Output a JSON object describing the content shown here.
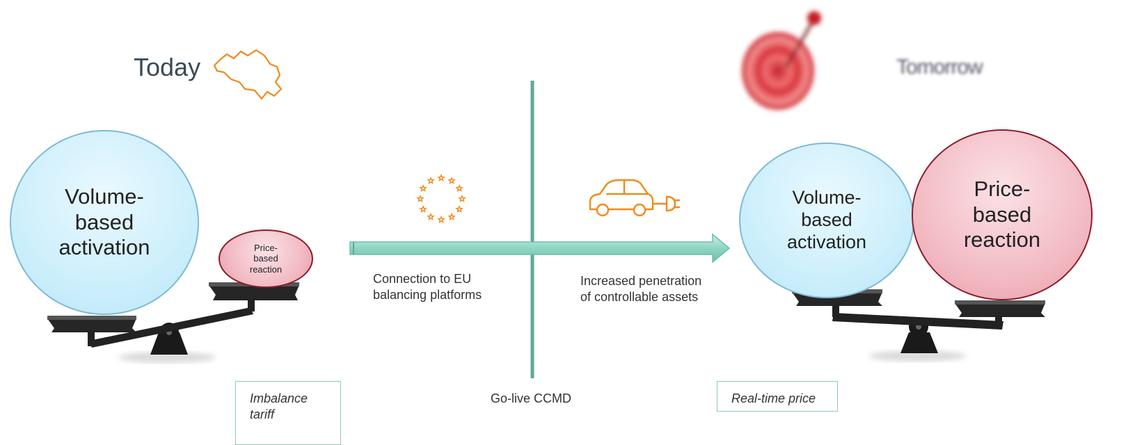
{
  "left": {
    "title": "Today",
    "big_bubble": [
      "Volume-",
      "based",
      "activation"
    ],
    "small_bubble": [
      "Price-",
      "based",
      "reaction"
    ],
    "boxed_label": [
      "Imbalance",
      "tariff"
    ]
  },
  "middle": {
    "caption_left": [
      "Connection to EU",
      "balancing platforms"
    ],
    "caption_right": [
      "Increased penetration",
      "of controllable assets"
    ],
    "milestone": "Go-live CCMD"
  },
  "right": {
    "title": "Tomorrow",
    "blue_bubble": [
      "Volume-",
      "based",
      "activation"
    ],
    "red_bubble": [
      "Price-",
      "based",
      "reaction"
    ],
    "boxed_label": "Real-time price"
  },
  "colors": {
    "arrow": "#8fd5c4",
    "divider": "#5fa89a",
    "icon_orange": "#f08a1c",
    "bubble_blue": "#cdeffc",
    "bubble_red": "#f2b9c2"
  },
  "icons": [
    "belgium-map-icon",
    "target-icon",
    "eu-stars-icon",
    "electric-car-icon",
    "balance-scale-icon"
  ]
}
